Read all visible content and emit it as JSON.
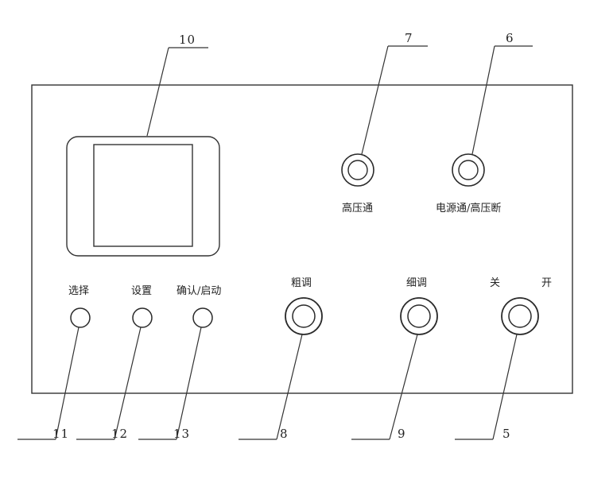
{
  "panel": {
    "screen_callout": "10"
  },
  "indicators": {
    "high_voltage_on": {
      "label": "高压通",
      "callout": "7"
    },
    "power_on_hv_off": {
      "label": "电源通/高压断",
      "callout": "6"
    }
  },
  "buttons": {
    "select": {
      "label": "选择",
      "callout": "11"
    },
    "settings": {
      "label": "设置",
      "callout": "12"
    },
    "confirm_start": {
      "label": "确认/启动",
      "callout": "13"
    }
  },
  "knobs": {
    "coarse": {
      "label": "粗调",
      "callout": "8"
    },
    "fine": {
      "label": "细调",
      "callout": "9"
    }
  },
  "power_switch": {
    "off_label": "关",
    "on_label": "开",
    "callout": "5"
  }
}
